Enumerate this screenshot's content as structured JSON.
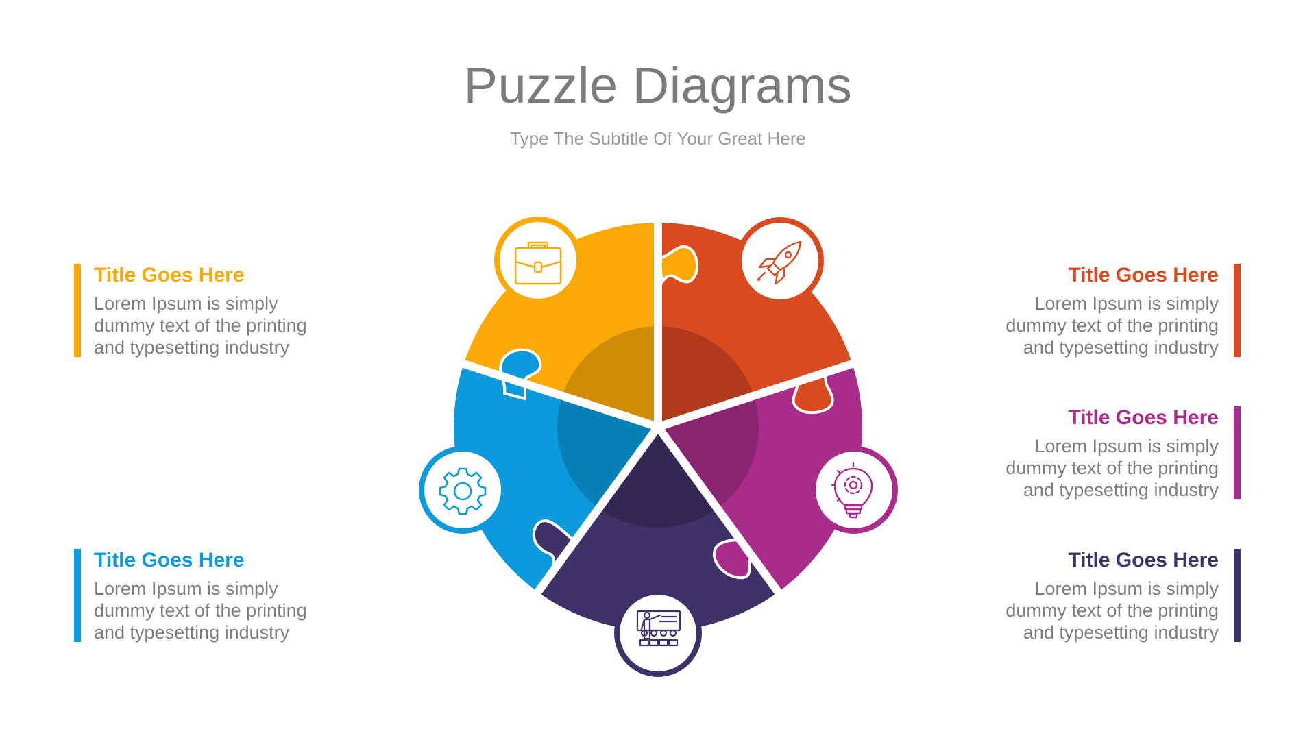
{
  "header": {
    "title": "Puzzle Diagrams",
    "subtitle": "Type The Subtitle Of Your Great Here"
  },
  "colors": {
    "orange": "#FBA907",
    "red": "#D94A1F",
    "magenta": "#A92C8B",
    "purple": "#3F3268",
    "blue": "#0B9BDC",
    "text_gray": "#7D7D7D",
    "title_gray": "#7B7B7B"
  },
  "pieces": [
    {
      "id": "orange",
      "icon": "briefcase-icon",
      "color": "#FBA907"
    },
    {
      "id": "red",
      "icon": "rocket-icon",
      "color": "#D94A1F"
    },
    {
      "id": "magenta",
      "icon": "lightbulb-gear-icon",
      "color": "#A92C8B"
    },
    {
      "id": "purple",
      "icon": "presentation-icon",
      "color": "#3F3268"
    },
    {
      "id": "blue",
      "icon": "gear-icon",
      "color": "#0B9BDC"
    }
  ],
  "blocks": {
    "top_left": {
      "title": "Title Goes Here",
      "lines": [
        "Lorem Ipsum is simply",
        "dummy text of the printing",
        "and typesetting industry"
      ],
      "color": "#FBA907"
    },
    "bottom_left": {
      "title": "Title Goes Here",
      "lines": [
        "Lorem Ipsum is simply",
        "dummy text of the printing",
        "and typesetting industry"
      ],
      "color": "#0B9BDC"
    },
    "top_right": {
      "title": "Title Goes Here",
      "lines": [
        "Lorem Ipsum is simply",
        "dummy text of the printing",
        "and typesetting industry"
      ],
      "color": "#D94A1F"
    },
    "middle_right": {
      "title": "Title Goes Here",
      "lines": [
        "Lorem Ipsum is simply",
        "dummy text of the printing",
        "and typesetting industry"
      ],
      "color": "#A92C8B"
    },
    "bottom_right": {
      "title": "Title Goes Here",
      "lines": [
        "Lorem Ipsum is simply",
        "dummy text of the printing",
        "and typesetting industry"
      ],
      "color": "#3F3268"
    }
  }
}
